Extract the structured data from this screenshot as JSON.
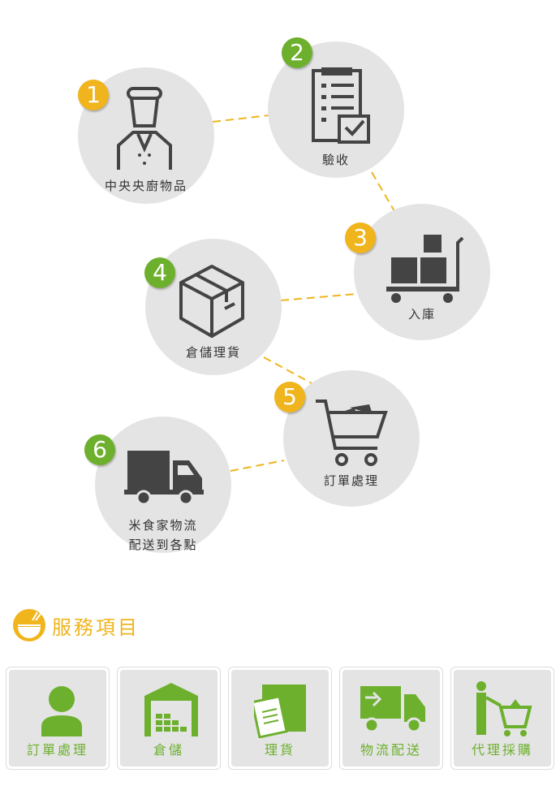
{
  "steps": [
    {
      "num": "1",
      "label": "中央央廚物品",
      "icon": "chef-icon"
    },
    {
      "num": "2",
      "label": "驗收",
      "icon": "checklist-icon"
    },
    {
      "num": "3",
      "label": "入庫",
      "icon": "cart-boxes-icon"
    },
    {
      "num": "4",
      "label": "倉儲理貨",
      "icon": "box-icon"
    },
    {
      "num": "5",
      "label": "訂單處理",
      "icon": "shopping-cart-icon"
    },
    {
      "num": "6",
      "label_line1": "米食家物流",
      "label_line2": "配送到各點",
      "icon": "truck-icon"
    }
  ],
  "services": {
    "title": "服務項目",
    "items": [
      "訂單處理",
      "倉儲",
      "理貨",
      "物流配送",
      "代理採購"
    ]
  },
  "colors": {
    "yellow": "#f0b41c",
    "green": "#6db02e",
    "gray": "#e4e4e4"
  }
}
